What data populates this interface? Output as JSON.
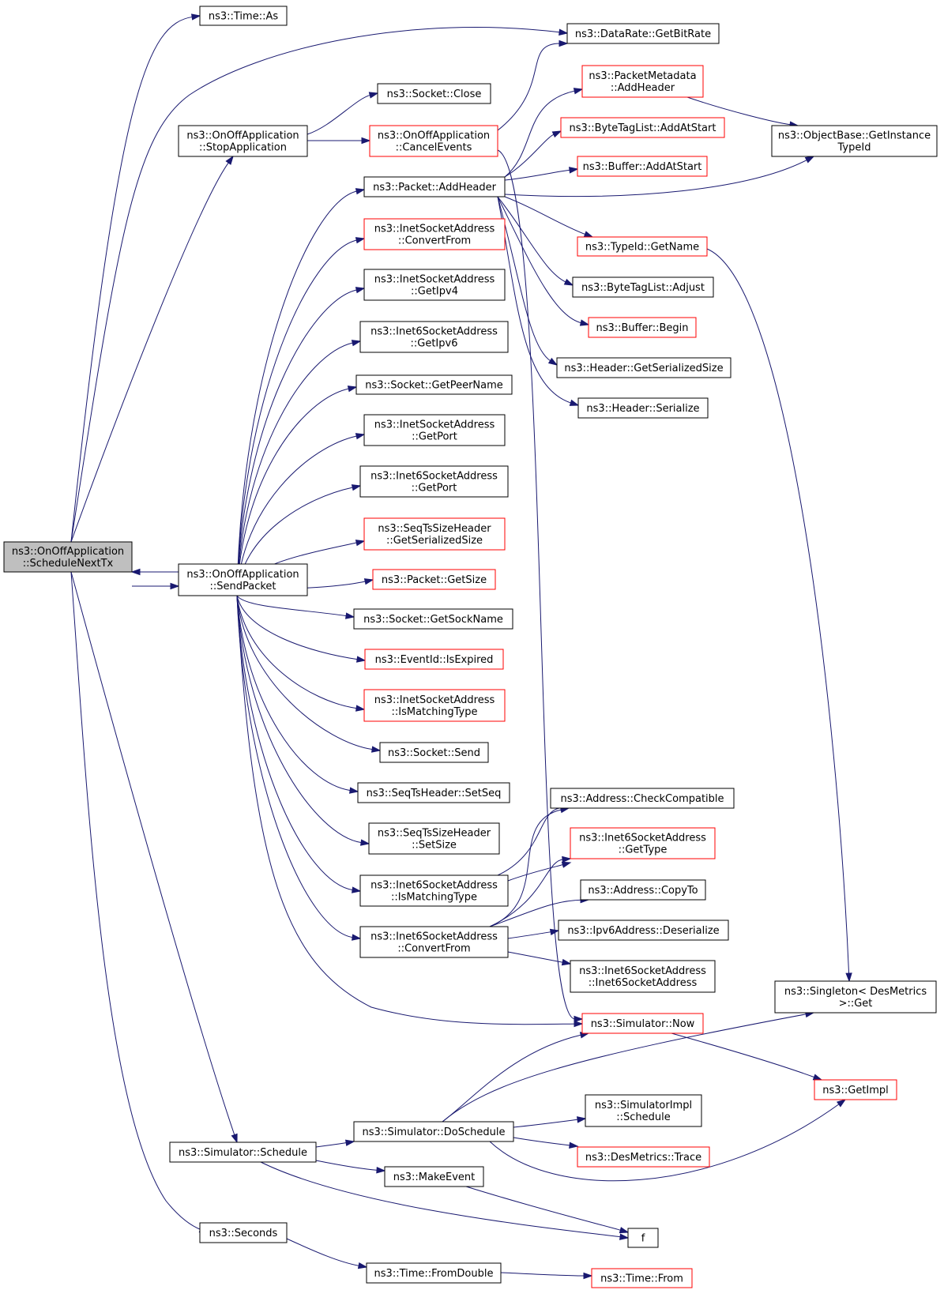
{
  "colors": {
    "edge": "#191970",
    "normal_border": "#000000",
    "incomplete_border": "#ff0000",
    "root_fill": "#bfbfbf",
    "node_fill": "#ffffff",
    "text": "#000000"
  },
  "nodes": [
    {
      "id": "root",
      "lines": [
        "ns3::OnOffApplication",
        "::ScheduleNextTx"
      ],
      "style": "root"
    },
    {
      "id": "time_as",
      "lines": [
        "ns3::Time::As"
      ],
      "style": "normal"
    },
    {
      "id": "datarate",
      "lines": [
        "ns3::DataRate::GetBitRate"
      ],
      "style": "normal"
    },
    {
      "id": "socket_close",
      "lines": [
        "ns3::Socket::Close"
      ],
      "style": "normal"
    },
    {
      "id": "stopapp",
      "lines": [
        "ns3::OnOffApplication",
        "::StopApplication"
      ],
      "style": "normal"
    },
    {
      "id": "cancelevents",
      "lines": [
        "ns3::OnOffApplication",
        "::CancelEvents"
      ],
      "style": "red"
    },
    {
      "id": "pm_addheader",
      "lines": [
        "ns3::PacketMetadata",
        "::AddHeader"
      ],
      "style": "red"
    },
    {
      "id": "btl_addatstart",
      "lines": [
        "ns3::ByteTagList::AddAtStart"
      ],
      "style": "red"
    },
    {
      "id": "objbase",
      "lines": [
        "ns3::ObjectBase::GetInstance",
        "TypeId"
      ],
      "style": "normal"
    },
    {
      "id": "buf_addatstart",
      "lines": [
        "ns3::Buffer::AddAtStart"
      ],
      "style": "red"
    },
    {
      "id": "pkt_addheader",
      "lines": [
        "ns3::Packet::AddHeader"
      ],
      "style": "normal"
    },
    {
      "id": "typeid_getname",
      "lines": [
        "ns3::TypeId::GetName"
      ],
      "style": "red"
    },
    {
      "id": "inet_convertfrom",
      "lines": [
        "ns3::InetSocketAddress",
        "::ConvertFrom"
      ],
      "style": "red"
    },
    {
      "id": "btl_adjust",
      "lines": [
        "ns3::ByteTagList::Adjust"
      ],
      "style": "normal"
    },
    {
      "id": "inet_getipv4",
      "lines": [
        "ns3::InetSocketAddress",
        "::GetIpv4"
      ],
      "style": "normal"
    },
    {
      "id": "buffer_begin",
      "lines": [
        "ns3::Buffer::Begin"
      ],
      "style": "red"
    },
    {
      "id": "inet6_getipv6",
      "lines": [
        "ns3::Inet6SocketAddress",
        "::GetIpv6"
      ],
      "style": "normal"
    },
    {
      "id": "hdr_getsersize",
      "lines": [
        "ns3::Header::GetSerializedSize"
      ],
      "style": "normal"
    },
    {
      "id": "socket_getpeername",
      "lines": [
        "ns3::Socket::GetPeerName"
      ],
      "style": "normal"
    },
    {
      "id": "hdr_serialize",
      "lines": [
        "ns3::Header::Serialize"
      ],
      "style": "normal"
    },
    {
      "id": "inet_getport",
      "lines": [
        "ns3::InetSocketAddress",
        "::GetPort"
      ],
      "style": "normal"
    },
    {
      "id": "inet6_getport",
      "lines": [
        "ns3::Inet6SocketAddress",
        "::GetPort"
      ],
      "style": "normal"
    },
    {
      "id": "seqts_getsersize",
      "lines": [
        "ns3::SeqTsSizeHeader",
        "::GetSerializedSize"
      ],
      "style": "red"
    },
    {
      "id": "sendpacket",
      "lines": [
        "ns3::OnOffApplication",
        "::SendPacket"
      ],
      "style": "normal"
    },
    {
      "id": "pkt_getsize",
      "lines": [
        "ns3::Packet::GetSize"
      ],
      "style": "red"
    },
    {
      "id": "socket_getsockname",
      "lines": [
        "ns3::Socket::GetSockName"
      ],
      "style": "normal"
    },
    {
      "id": "eventid_isexpired",
      "lines": [
        "ns3::EventId::IsExpired"
      ],
      "style": "red"
    },
    {
      "id": "inet_ismatching",
      "lines": [
        "ns3::InetSocketAddress",
        "::IsMatchingType"
      ],
      "style": "red"
    },
    {
      "id": "socket_send",
      "lines": [
        "ns3::Socket::Send"
      ],
      "style": "normal"
    },
    {
      "id": "seqts_setseq",
      "lines": [
        "ns3::SeqTsHeader::SetSeq"
      ],
      "style": "normal"
    },
    {
      "id": "addr_checkcompat",
      "lines": [
        "ns3::Address::CheckCompatible"
      ],
      "style": "normal"
    },
    {
      "id": "seqts_setsize",
      "lines": [
        "ns3::SeqTsSizeHeader",
        "::SetSize"
      ],
      "style": "normal"
    },
    {
      "id": "inet6_gettype",
      "lines": [
        "ns3::Inet6SocketAddress",
        "::GetType"
      ],
      "style": "red"
    },
    {
      "id": "inet6_ismatching",
      "lines": [
        "ns3::Inet6SocketAddress",
        "::IsMatchingType"
      ],
      "style": "normal"
    },
    {
      "id": "addr_copyto",
      "lines": [
        "ns3::Address::CopyTo"
      ],
      "style": "normal"
    },
    {
      "id": "inet6_convertfrom",
      "lines": [
        "ns3::Inet6SocketAddress",
        "::ConvertFrom"
      ],
      "style": "normal"
    },
    {
      "id": "ipv6_deserialize",
      "lines": [
        "ns3::Ipv6Address::Deserialize"
      ],
      "style": "normal"
    },
    {
      "id": "inet6_ctor",
      "lines": [
        "ns3::Inet6SocketAddress",
        "::Inet6SocketAddress"
      ],
      "style": "normal"
    },
    {
      "id": "singleton_get",
      "lines": [
        "ns3::Singleton< DesMetrics",
        ">::Get"
      ],
      "style": "normal"
    },
    {
      "id": "sim_now",
      "lines": [
        "ns3::Simulator::Now"
      ],
      "style": "red"
    },
    {
      "id": "getimpl",
      "lines": [
        "ns3::GetImpl"
      ],
      "style": "red"
    },
    {
      "id": "simimpl_schedule",
      "lines": [
        "ns3::SimulatorImpl",
        "::Schedule"
      ],
      "style": "normal"
    },
    {
      "id": "sim_doschedule",
      "lines": [
        "ns3::Simulator::DoSchedule"
      ],
      "style": "normal"
    },
    {
      "id": "sim_schedule",
      "lines": [
        "ns3::Simulator::Schedule"
      ],
      "style": "normal"
    },
    {
      "id": "desmetrics_trace",
      "lines": [
        "ns3::DesMetrics::Trace"
      ],
      "style": "red"
    },
    {
      "id": "makeevent",
      "lines": [
        "ns3::MakeEvent"
      ],
      "style": "normal"
    },
    {
      "id": "f",
      "lines": [
        "f"
      ],
      "style": "normal"
    },
    {
      "id": "seconds",
      "lines": [
        "ns3::Seconds"
      ],
      "style": "normal"
    },
    {
      "id": "time_fromdouble",
      "lines": [
        "ns3::Time::FromDouble"
      ],
      "style": "normal"
    },
    {
      "id": "time_from",
      "lines": [
        "ns3::Time::From"
      ],
      "style": "red"
    }
  ]
}
